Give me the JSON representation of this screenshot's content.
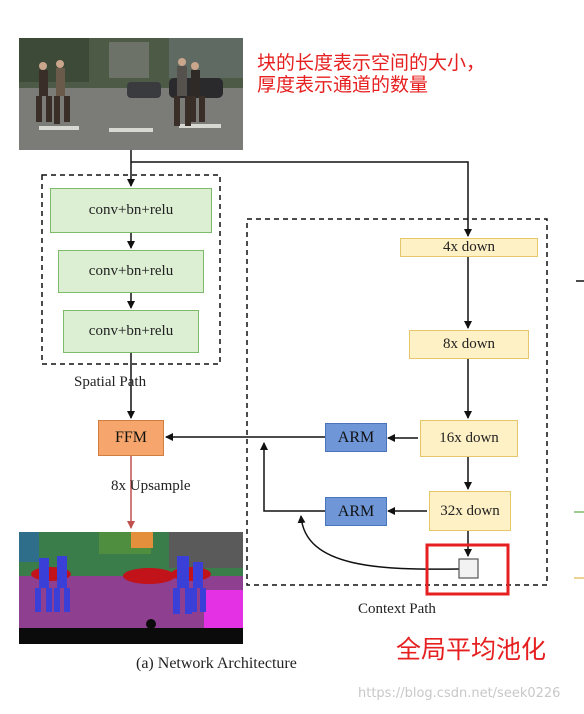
{
  "note_top": "块的长度表示空间的大小，厚度表示通道的数量",
  "spatial_path": {
    "label": "Spatial Path",
    "blocks": [
      "conv+bn+relu",
      "conv+bn+relu",
      "conv+bn+relu"
    ]
  },
  "context_path": {
    "label": "Context Path",
    "down_blocks": [
      "4x down",
      "8x down",
      "16x down",
      "32x down"
    ],
    "arm_top": "ARM",
    "arm_bottom": "ARM"
  },
  "ffm_label": "FFM",
  "upsample_label": "8x Upsample",
  "caption": "(a) Network Architecture",
  "annotation_pool": "全局平均池化",
  "watermark": "https://blog.csdn.net/seek0226",
  "colors": {
    "annotation_red": "#e62020",
    "green_fill": "#dcefd3",
    "yellow_fill": "#fff1c6",
    "arm_blue": "#6f97d8",
    "ffm_orange": "#f6a66c",
    "upsample_arrow": "#c0504d"
  }
}
